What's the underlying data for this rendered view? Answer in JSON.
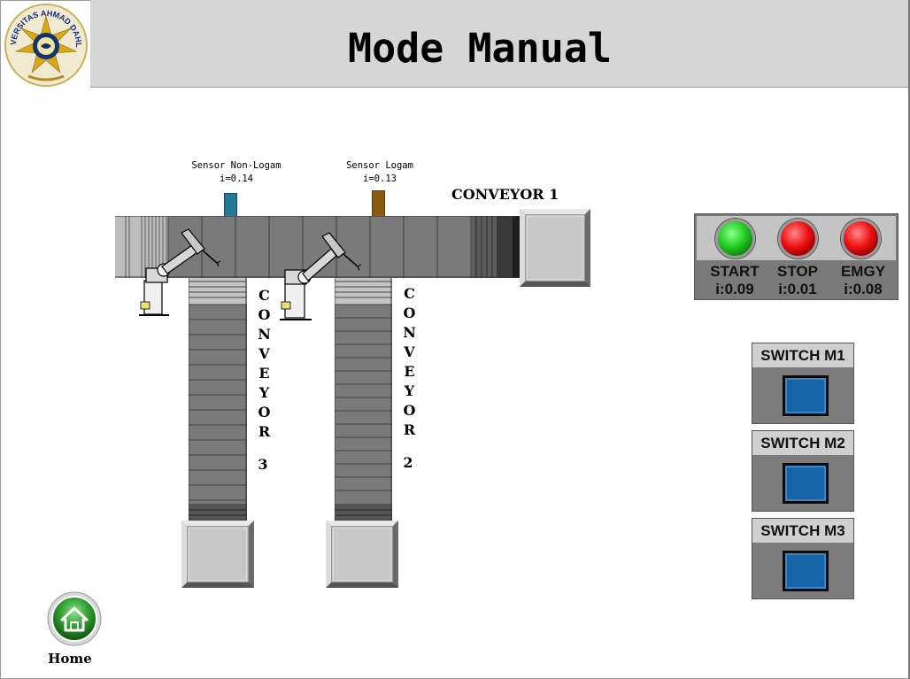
{
  "app": {
    "title": "Mode Manual",
    "logo_text": "UNIVERSITAS AHMAD DAHLAN"
  },
  "sensors": [
    {
      "name": "Sensor Non-Logam",
      "address": "i=0.14",
      "color": "#237a95"
    },
    {
      "name": "Sensor Logam",
      "address": "i=0.13",
      "color": "#8a5a10"
    }
  ],
  "conveyors": {
    "conveyor1": "CONVEYOR 1",
    "conveyor2": {
      "word": "CONVEYOR",
      "number": "2"
    },
    "conveyor3": {
      "word": "CONVEYOR",
      "number": "3"
    }
  },
  "pushbuttons": [
    {
      "label": "START",
      "address": "i:0.09",
      "color": "#22cc22"
    },
    {
      "label": "STOP",
      "address": "i:0.01",
      "color": "#ee1111"
    },
    {
      "label": "EMGY",
      "address": "i:0.08",
      "color": "#ee1111"
    }
  ],
  "switches": [
    {
      "label": "SWITCH M1"
    },
    {
      "label": "SWITCH M2"
    },
    {
      "label": "SWITCH M3"
    }
  ],
  "nav": {
    "home_label": "Home"
  },
  "colors": {
    "header_bg": "#d6d6d6",
    "conveyor_gray": "#7a7a7a",
    "switch_blue": "#1565a8",
    "home_green": "#2e9e2e"
  }
}
